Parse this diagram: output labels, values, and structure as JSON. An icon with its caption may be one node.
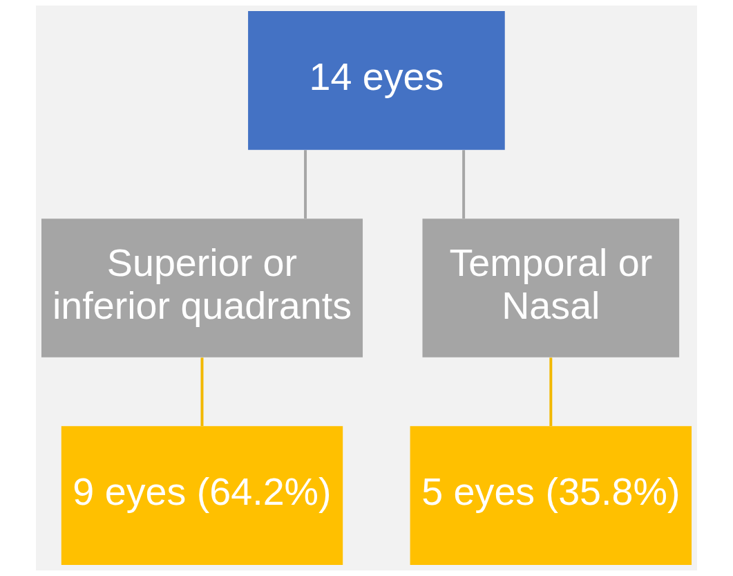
{
  "diagram": {
    "nodes": [
      {
        "text": [
          "14 eyes"
        ]
      },
      {
        "text": [
          "Superior or inferior quadrants"
        ]
      },
      {
        "text": [
          "Temporal or Nasal"
        ]
      },
      {
        "text": [
          "9 eyes (64.2%)"
        ]
      },
      {
        "text": [
          "5 eyes (35.8%)"
        ]
      }
    ],
    "edges": [
      {
        "from": 0,
        "to": 1,
        "arrow": "none",
        "color": "#a6a6a6"
      },
      {
        "from": 0,
        "to": 2,
        "arrow": "none",
        "color": "#a6a6a6"
      },
      {
        "from": 1,
        "to": 3,
        "arrow": "none",
        "color": "#f2b800"
      },
      {
        "from": 2,
        "to": 4,
        "arrow": "none",
        "color": "#f2b800"
      }
    ]
  }
}
